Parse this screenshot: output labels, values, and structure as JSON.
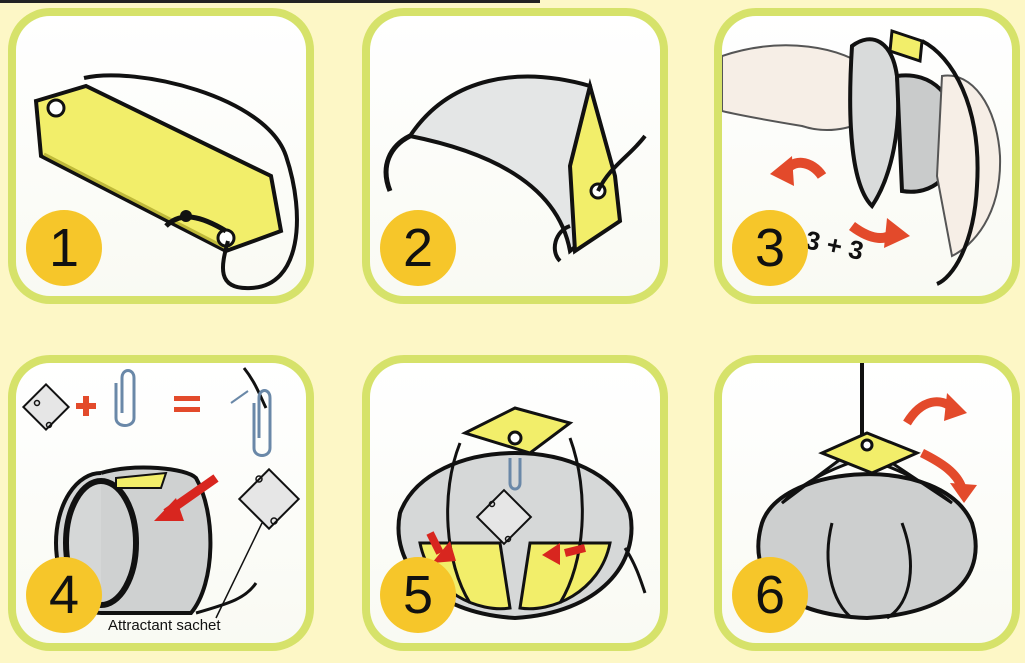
{
  "steps": [
    {
      "number": "1"
    },
    {
      "number": "2"
    },
    {
      "number": "3",
      "annotation": "3 + 3"
    },
    {
      "number": "4",
      "caption": "Attractant sachet"
    },
    {
      "number": "5"
    },
    {
      "number": "6"
    }
  ]
}
